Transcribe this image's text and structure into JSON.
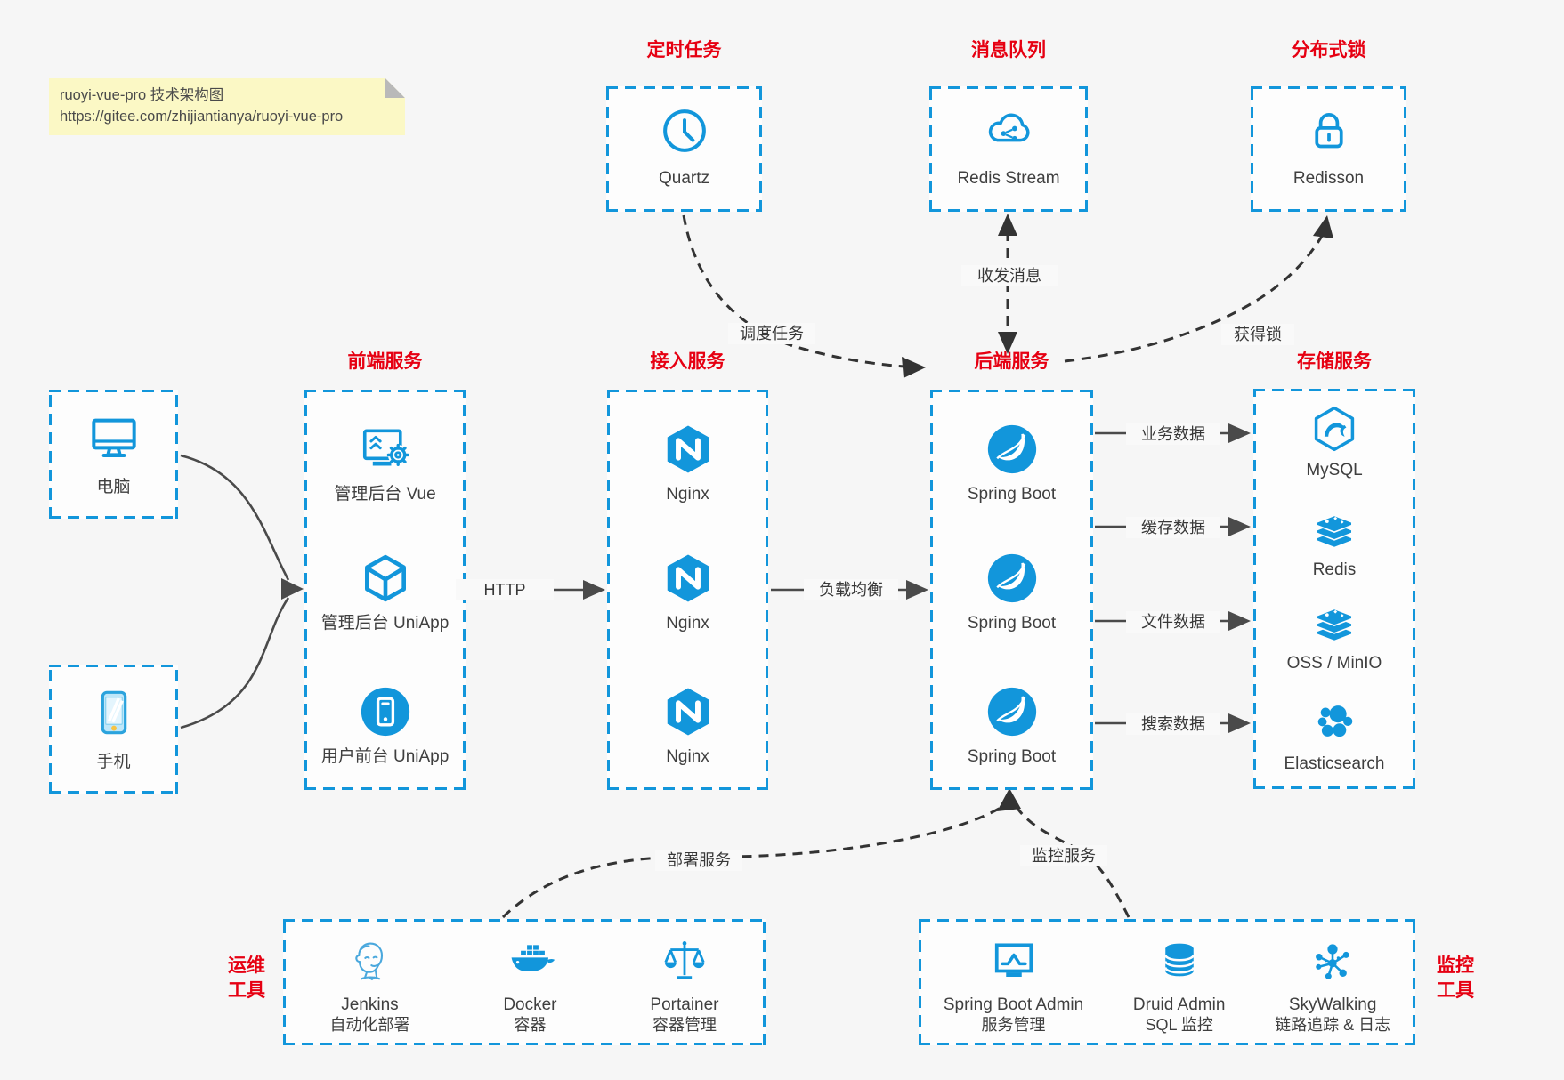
{
  "note": {
    "line1": "ruoyi-vue-pro 技术架构图",
    "line2": "https://gitee.com/zhijiantianya/ruoyi-vue-pro"
  },
  "colors": {
    "accent": "#1296db",
    "section_title": "#e60012",
    "solid_arrow": "#4a4a4a",
    "dashed_arrow": "#333333",
    "note_bg": "#fbf8c5"
  },
  "top_groups": [
    {
      "title": "定时任务",
      "item": "Quartz",
      "icon": "clock-icon"
    },
    {
      "title": "消息队列",
      "item": "Redis Stream",
      "icon": "cloud-stream-icon"
    },
    {
      "title": "分布式锁",
      "item": "Redisson",
      "icon": "lock-icon"
    }
  ],
  "clients": [
    {
      "label": "电脑",
      "icon": "desktop-icon"
    },
    {
      "label": "手机",
      "icon": "mobile-icon"
    }
  ],
  "columns": {
    "frontend": {
      "title": "前端服务",
      "items": [
        {
          "label": "管理后台 Vue",
          "icon": "admin-screen-gear-icon"
        },
        {
          "label": "管理后台 UniApp",
          "icon": "cube-icon"
        },
        {
          "label": "用户前台 UniApp",
          "icon": "phone-circle-icon"
        }
      ]
    },
    "gateway": {
      "title": "接入服务",
      "items": [
        {
          "label": "Nginx",
          "icon": "nginx-icon"
        },
        {
          "label": "Nginx",
          "icon": "nginx-icon"
        },
        {
          "label": "Nginx",
          "icon": "nginx-icon"
        }
      ]
    },
    "backend": {
      "title": "后端服务",
      "items": [
        {
          "label": "Spring Boot",
          "icon": "spring-icon"
        },
        {
          "label": "Spring Boot",
          "icon": "spring-icon"
        },
        {
          "label": "Spring Boot",
          "icon": "spring-icon"
        }
      ]
    },
    "storage": {
      "title": "存储服务",
      "items": [
        {
          "label": "MySQL",
          "icon": "mysql-icon"
        },
        {
          "label": "Redis",
          "icon": "stack-icon"
        },
        {
          "label": "OSS / MinIO",
          "icon": "stack-icon"
        },
        {
          "label": "Elasticsearch",
          "icon": "elasticsearch-icon"
        }
      ]
    }
  },
  "edges": {
    "http": "HTTP",
    "load_balance": "负载均衡",
    "schedule": "调度任务",
    "message": "收发消息",
    "lock": "获得锁",
    "business": "业务数据",
    "cache": "缓存数据",
    "file": "文件数据",
    "search": "搜索数据",
    "deploy": "部署服务",
    "monitor": "监控服务"
  },
  "ops": {
    "side_label": [
      "运维",
      "工具"
    ],
    "items": [
      {
        "name": "Jenkins",
        "desc": "自动化部署",
        "icon": "jenkins-icon"
      },
      {
        "name": "Docker",
        "desc": "容器",
        "icon": "docker-icon"
      },
      {
        "name": "Portainer",
        "desc": "容器管理",
        "icon": "scales-icon"
      }
    ]
  },
  "monitoring": {
    "side_label": [
      "监控",
      "工具"
    ],
    "items": [
      {
        "name": "Spring Boot Admin",
        "desc": "服务管理",
        "icon": "monitor-chart-icon"
      },
      {
        "name": "Druid Admin",
        "desc": "SQL 监控",
        "icon": "database-icon"
      },
      {
        "name": "SkyWalking",
        "desc": "链路追踪 & 日志",
        "icon": "topology-icon"
      }
    ]
  }
}
